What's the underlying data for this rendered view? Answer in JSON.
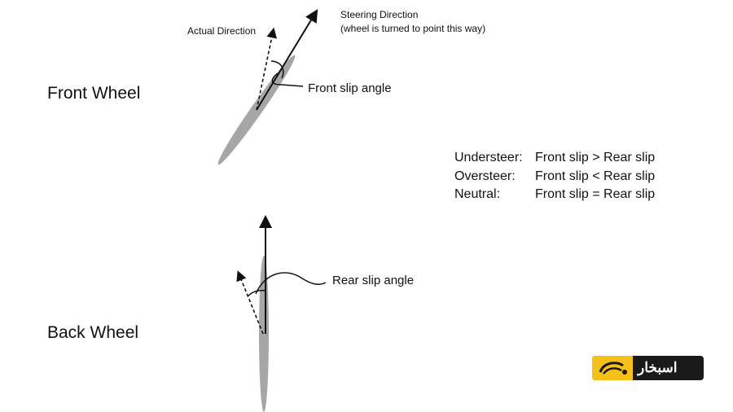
{
  "labels": {
    "front_wheel": "Front Wheel",
    "back_wheel": "Back Wheel",
    "actual_direction": "Actual Direction",
    "steering_direction": "Steering Direction",
    "steering_note": "(wheel is turned to point this way)",
    "front_slip_angle": "Front slip angle",
    "rear_slip_angle": "Rear slip angle"
  },
  "rules": [
    {
      "name": "Understeer:",
      "relation": "Front slip > Rear slip"
    },
    {
      "name": "Oversteer:",
      "relation": "Front slip < Rear slip"
    },
    {
      "name": "Neutral:",
      "relation": "Front slip = Rear slip"
    }
  ],
  "logo": {
    "text": "اسبخار"
  },
  "colors": {
    "wheel": "#a6a6a6",
    "logo_yellow": "#f5c018",
    "logo_dark": "#1a1a1a"
  }
}
